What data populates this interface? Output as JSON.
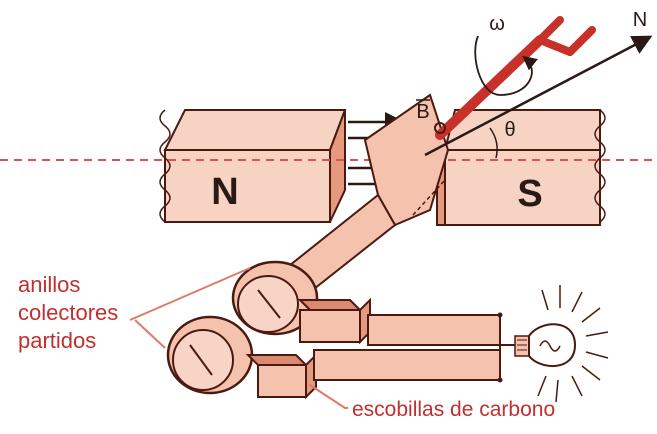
{
  "labels": {
    "north_pole": "N",
    "south_pole": "S",
    "field": "B",
    "angular_velocity": "ω",
    "angle": "θ",
    "normal": "N",
    "rings_line1": "anillos",
    "rings_line2": "colectores",
    "rings_line3": "partidos",
    "brushes": "escobillas de carbono"
  },
  "colors": {
    "outline": "#4a1a10",
    "magnet_face": "#f6d3c3",
    "magnet_side": "#e59a80",
    "coil": "#f5c2ae",
    "coil_dark": "#d98a70",
    "crank": "#c8302a",
    "axis_line": "#e05050",
    "label_red": "#c03030",
    "text_dark": "#2a1a16"
  },
  "icons": {
    "bulb": "light-bulb-icon"
  }
}
